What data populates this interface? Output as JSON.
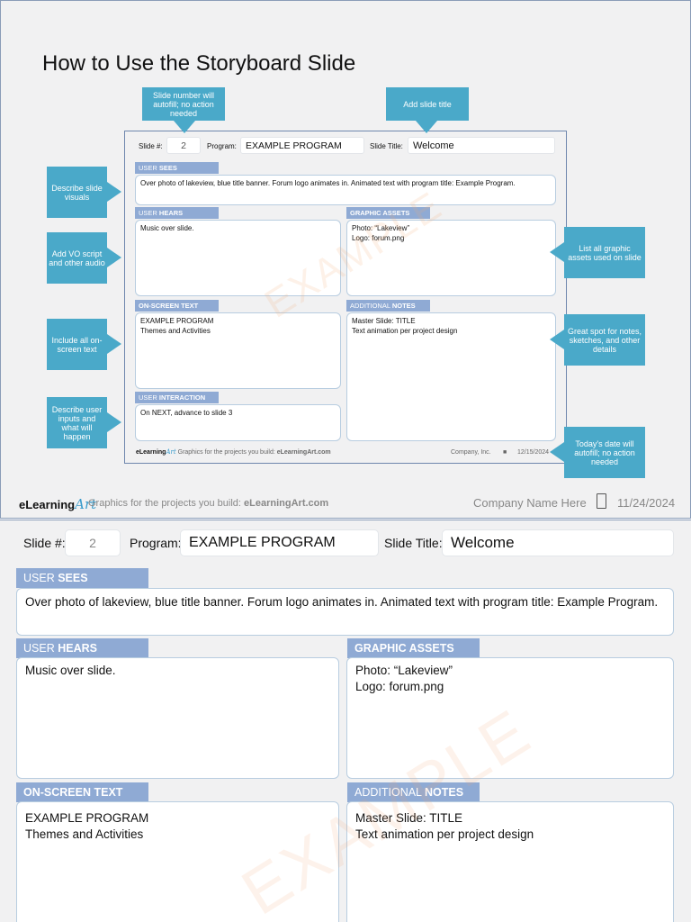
{
  "guide": {
    "title": "How to Use the Storyboard Slide",
    "callouts": {
      "slide_number": "Slide number will autofill; no action needed",
      "slide_title": "Add slide title",
      "visuals": "Describe slide visuals",
      "audio": "Add VO script and other audio",
      "onscreen": "Include all on-screen text",
      "interaction": "Describe user inputs and what will happen",
      "assets": "List all graphic assets used on slide",
      "notes": "Great spot for notes, sketches, and other details",
      "date": "Today's date will autofill; no action needed"
    }
  },
  "storyboard": {
    "slide_label": "Slide #:",
    "slide_number": "2",
    "program_label": "Program:",
    "program_value": "EXAMPLE PROGRAM",
    "title_label": "Slide Title:",
    "title_value": "Welcome",
    "sections": {
      "sees": {
        "prefix": "USER ",
        "strong": "SEES",
        "lines": [
          "Over photo of lakeview, blue title banner. Forum logo animates in. Animated text with program title: Example Program."
        ]
      },
      "hears": {
        "prefix": "USER ",
        "strong": "HEARS",
        "lines": [
          "Music over slide."
        ]
      },
      "assets": {
        "prefix": "",
        "strong": "GRAPHIC ASSETS",
        "lines": [
          "Photo: “Lakeview”",
          "Logo: forum.png"
        ]
      },
      "onscreen": {
        "prefix": "",
        "strong": "ON-SCREEN TEXT",
        "lines": [
          "EXAMPLE PROGRAM",
          "Themes and Activities"
        ]
      },
      "notes": {
        "prefix": "ADDITIONAL ",
        "strong": "NOTES",
        "lines": [
          "Master Slide: TITLE",
          "Text animation per project design"
        ]
      },
      "interaction": {
        "prefix": "USER ",
        "strong": "INTERACTION",
        "lines": [
          "On NEXT, advance to slide 3"
        ]
      }
    },
    "watermark": "EXAMPLE",
    "mini_footer": {
      "tagline_prefix": "Graphics for the projects you build: ",
      "tagline_site": "eLearningArt.com",
      "company": "Company, Inc.",
      "date": "12/15/2024"
    }
  },
  "footer": {
    "logo_main": "eLearning",
    "logo_art": "Art",
    "tagline_prefix": "Graphics for the projects you build: ",
    "tagline_site": "eLearningArt.com",
    "company": "Company Name Here",
    "date": "11/24/2024"
  },
  "colors": {
    "callout": "#4aa9c9",
    "header": "#8faad4",
    "background": "#f1f1f2",
    "border": "#6f87ad"
  }
}
